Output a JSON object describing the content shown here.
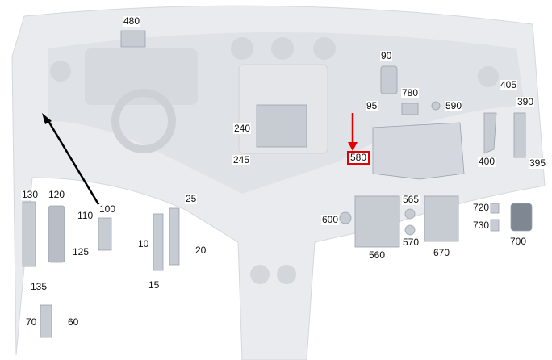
{
  "diagram": {
    "highlight_color": "#e00000",
    "highlighted_part": "580",
    "parts": [
      {
        "id": "p480",
        "label": "480"
      },
      {
        "id": "p90",
        "label": "90"
      },
      {
        "id": "p780",
        "label": "780"
      },
      {
        "id": "p95",
        "label": "95"
      },
      {
        "id": "p590",
        "label": "590"
      },
      {
        "id": "p405",
        "label": "405"
      },
      {
        "id": "p390",
        "label": "390"
      },
      {
        "id": "p240",
        "label": "240"
      },
      {
        "id": "p245",
        "label": "245"
      },
      {
        "id": "p580",
        "label": "580"
      },
      {
        "id": "p400",
        "label": "400"
      },
      {
        "id": "p395",
        "label": "395"
      },
      {
        "id": "p130",
        "label": "130"
      },
      {
        "id": "p120",
        "label": "120"
      },
      {
        "id": "p100",
        "label": "100"
      },
      {
        "id": "p110",
        "label": "110"
      },
      {
        "id": "p125",
        "label": "125"
      },
      {
        "id": "p135",
        "label": "135"
      },
      {
        "id": "p25",
        "label": "25"
      },
      {
        "id": "p10",
        "label": "10"
      },
      {
        "id": "p20",
        "label": "20"
      },
      {
        "id": "p15",
        "label": "15"
      },
      {
        "id": "p600",
        "label": "600"
      },
      {
        "id": "p565",
        "label": "565"
      },
      {
        "id": "p570",
        "label": "570"
      },
      {
        "id": "p560",
        "label": "560"
      },
      {
        "id": "p670",
        "label": "670"
      },
      {
        "id": "p720",
        "label": "720"
      },
      {
        "id": "p730",
        "label": "730"
      },
      {
        "id": "p700",
        "label": "700"
      },
      {
        "id": "p70",
        "label": "70"
      },
      {
        "id": "p60",
        "label": "60"
      }
    ]
  }
}
